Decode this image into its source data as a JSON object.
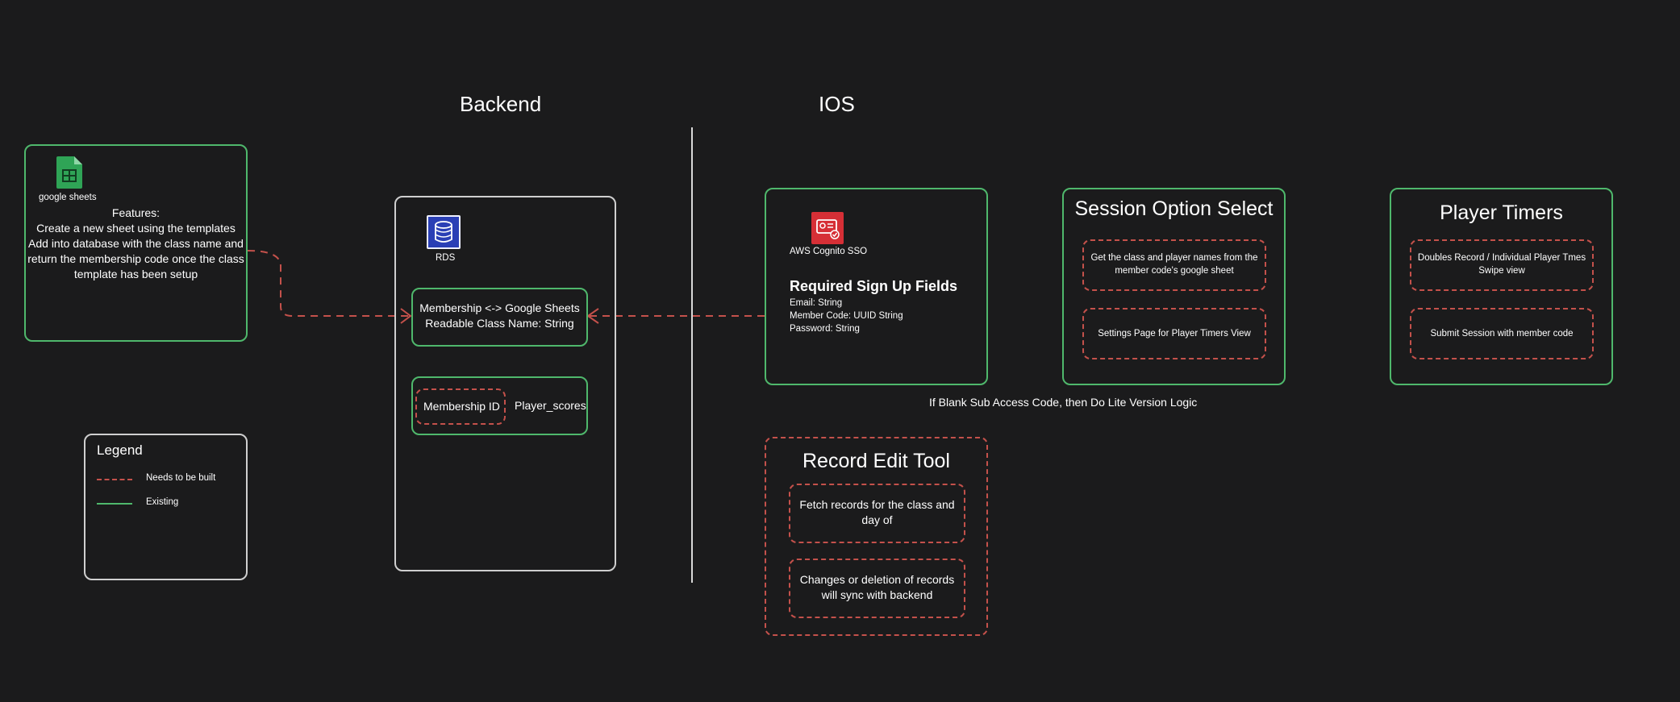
{
  "titles": {
    "backend": "Backend",
    "ios": "IOS"
  },
  "google_sheets_card": {
    "icon_label": "google sheets",
    "features_title": "Features:",
    "features_lines": [
      "Create a new sheet using the templates",
      "Add into database with the class name and",
      "return the membership code once the class",
      "template has been setup"
    ]
  },
  "backend": {
    "rds_label": "RDS",
    "membership_box": {
      "line1": "Membership <-> Google Sheets",
      "line2": "Readable  Class Name: String"
    },
    "id_box": {
      "membership_id": "Membership ID",
      "player_scores": "Player_scores"
    }
  },
  "legend": {
    "title": "Legend",
    "items": [
      {
        "label": "Needs to be built",
        "style": "dashed",
        "color": "#c4514b"
      },
      {
        "label": "Existing",
        "style": "solid",
        "color": "#4fb86c"
      }
    ]
  },
  "cognito_card": {
    "icon_label": "AWS Cognito SSO",
    "heading": "Required Sign Up Fields",
    "fields": [
      "Email: String",
      "Member Code: UUID String",
      "Password: String"
    ]
  },
  "session_card": {
    "title": "Session Option Select",
    "item1_lines": [
      "Get the class and player names from the",
      "member code's google sheet"
    ],
    "item2": "Settings Page for Player Timers View"
  },
  "player_timers_card": {
    "title": "Player Timers",
    "item1_lines": [
      "Doubles Record / Individual Player Tmes",
      "Swipe view"
    ],
    "item2": "Submit Session with member code"
  },
  "note": "If Blank Sub Access Code, then Do Lite Version Logic",
  "record_edit_card": {
    "title": "Record Edit Tool",
    "item1_lines": [
      "Fetch records for the class and",
      "day of"
    ],
    "item2_lines": [
      "Changes or deletion of records",
      "will sync with backend"
    ]
  },
  "colors": {
    "existing": "#4fb86c",
    "to_build": "#c4514b",
    "outline": "#cfcfcf",
    "background": "#1b1b1c"
  }
}
